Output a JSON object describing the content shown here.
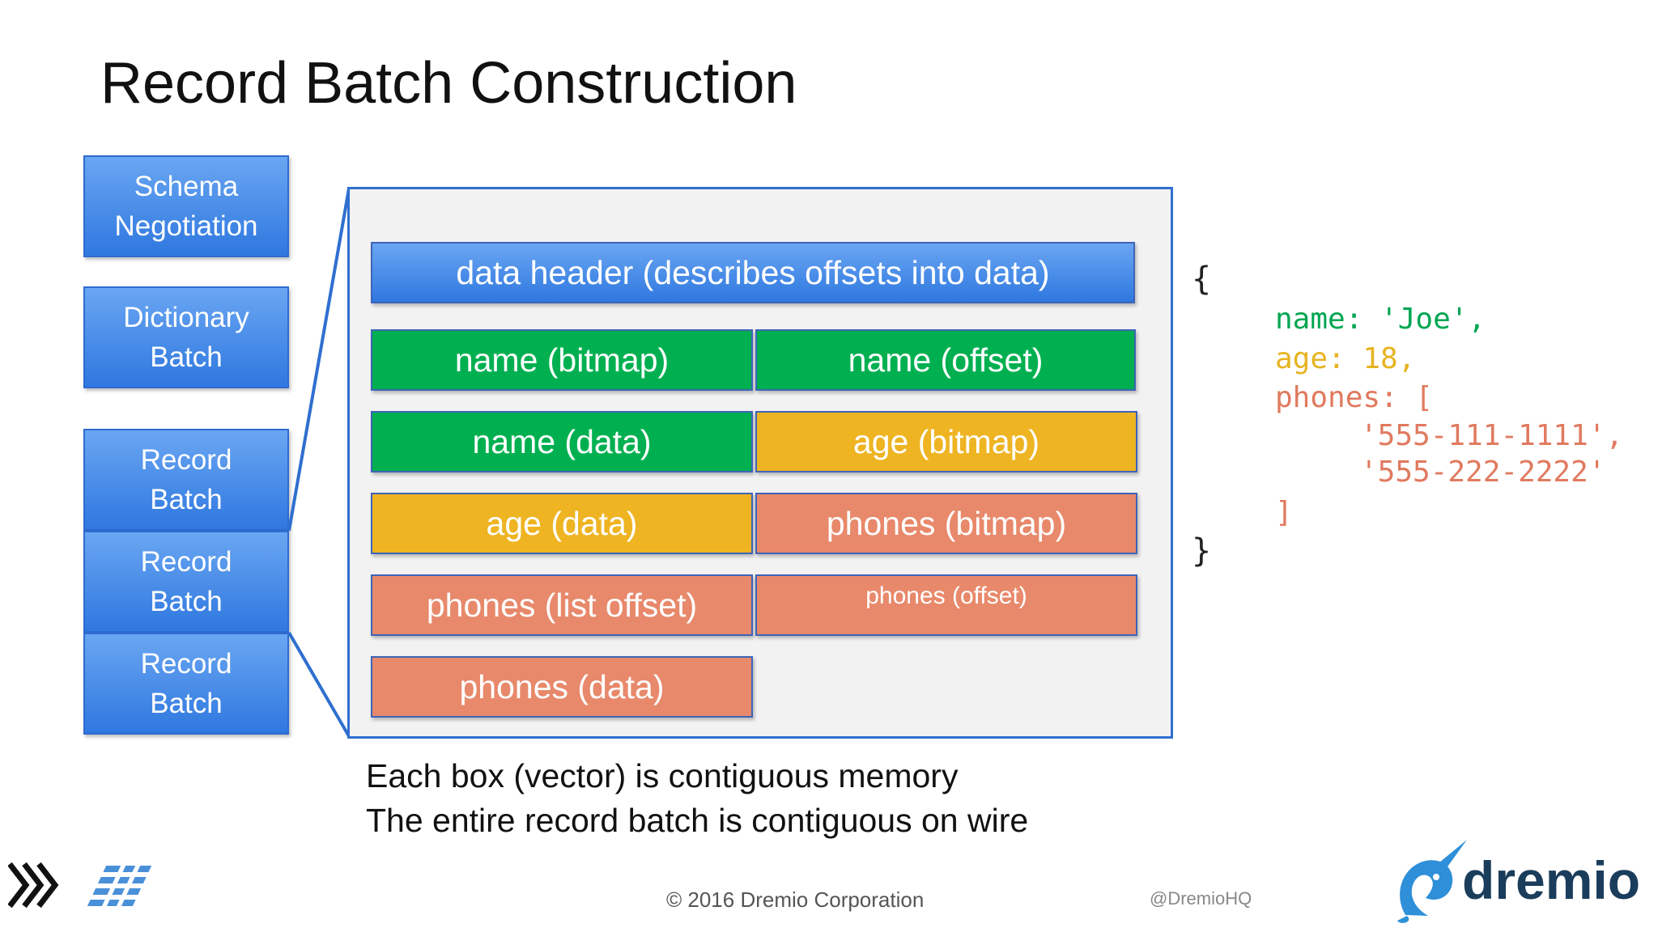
{
  "title": "Record Batch Construction",
  "left_stack": [
    {
      "label": "Schema\nNegotiation"
    },
    {
      "label": "Dictionary\nBatch"
    },
    {
      "label": "Record\nBatch"
    },
    {
      "label": "Record\nBatch"
    },
    {
      "label": "Record\nBatch"
    }
  ],
  "vectors": {
    "header": "data header (describes offsets into data)",
    "name_bitmap": "name (bitmap)",
    "name_offset": "name (offset)",
    "name_data": "name (data)",
    "age_bitmap": "age (bitmap)",
    "age_data": "age (data)",
    "phones_bitmap": "phones  (bitmap)",
    "phones_list_offset": "phones  (list offset)",
    "phones_offset": "phones  (offset)",
    "phones_data": "phones  (data)"
  },
  "colors": {
    "blue": "#3a82e8",
    "green": "#00b050",
    "yellow": "#eeb422",
    "salmon": "#e8896b",
    "json_green": "#00a651",
    "json_yellow": "#e6b422",
    "json_salmon": "#e07a5f"
  },
  "captions": {
    "line1": "Each box (vector) is contiguous memory",
    "line2": "The entire record batch is contiguous on wire"
  },
  "json": {
    "open": "{",
    "name": "name: 'Joe',",
    "age": "age: 18,",
    "phones": "phones: [",
    "phone1": "'555-111-1111',",
    "phone2": "'555-222-2222'",
    "close_bracket": "]",
    "close": "}"
  },
  "footer": {
    "copyright": "© 2016 Dremio Corporation",
    "handle": "@DremioHQ",
    "brand": "dremio"
  },
  "icons": [
    "chevrons-icon",
    "arrow-grid-logo-icon",
    "narwhal-logo-icon"
  ]
}
